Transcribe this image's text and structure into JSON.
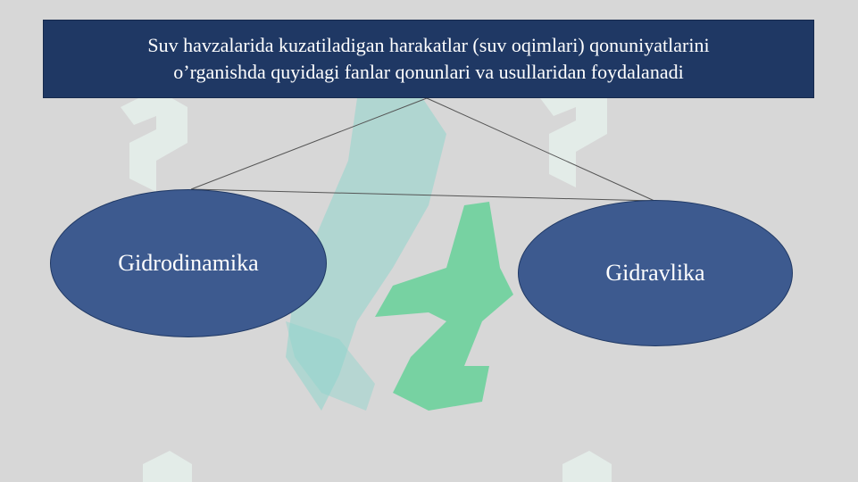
{
  "header": {
    "line1": "Suv havzalarida kuzatiladigan harakatlar (suv oqimlari) qonuniyatlarini",
    "line2": "o’rganishda quyidagi fanlar qonunlari va usullaridan foydalanadi"
  },
  "nodes": {
    "left": {
      "label": "Gidrodinamika"
    },
    "right": {
      "label": "Gidravlika"
    }
  },
  "colors": {
    "background": "#d7d7d7",
    "title_fill": "#1f3864",
    "ellipse_fill": "#3d5a8f",
    "text": "#ffffff"
  }
}
